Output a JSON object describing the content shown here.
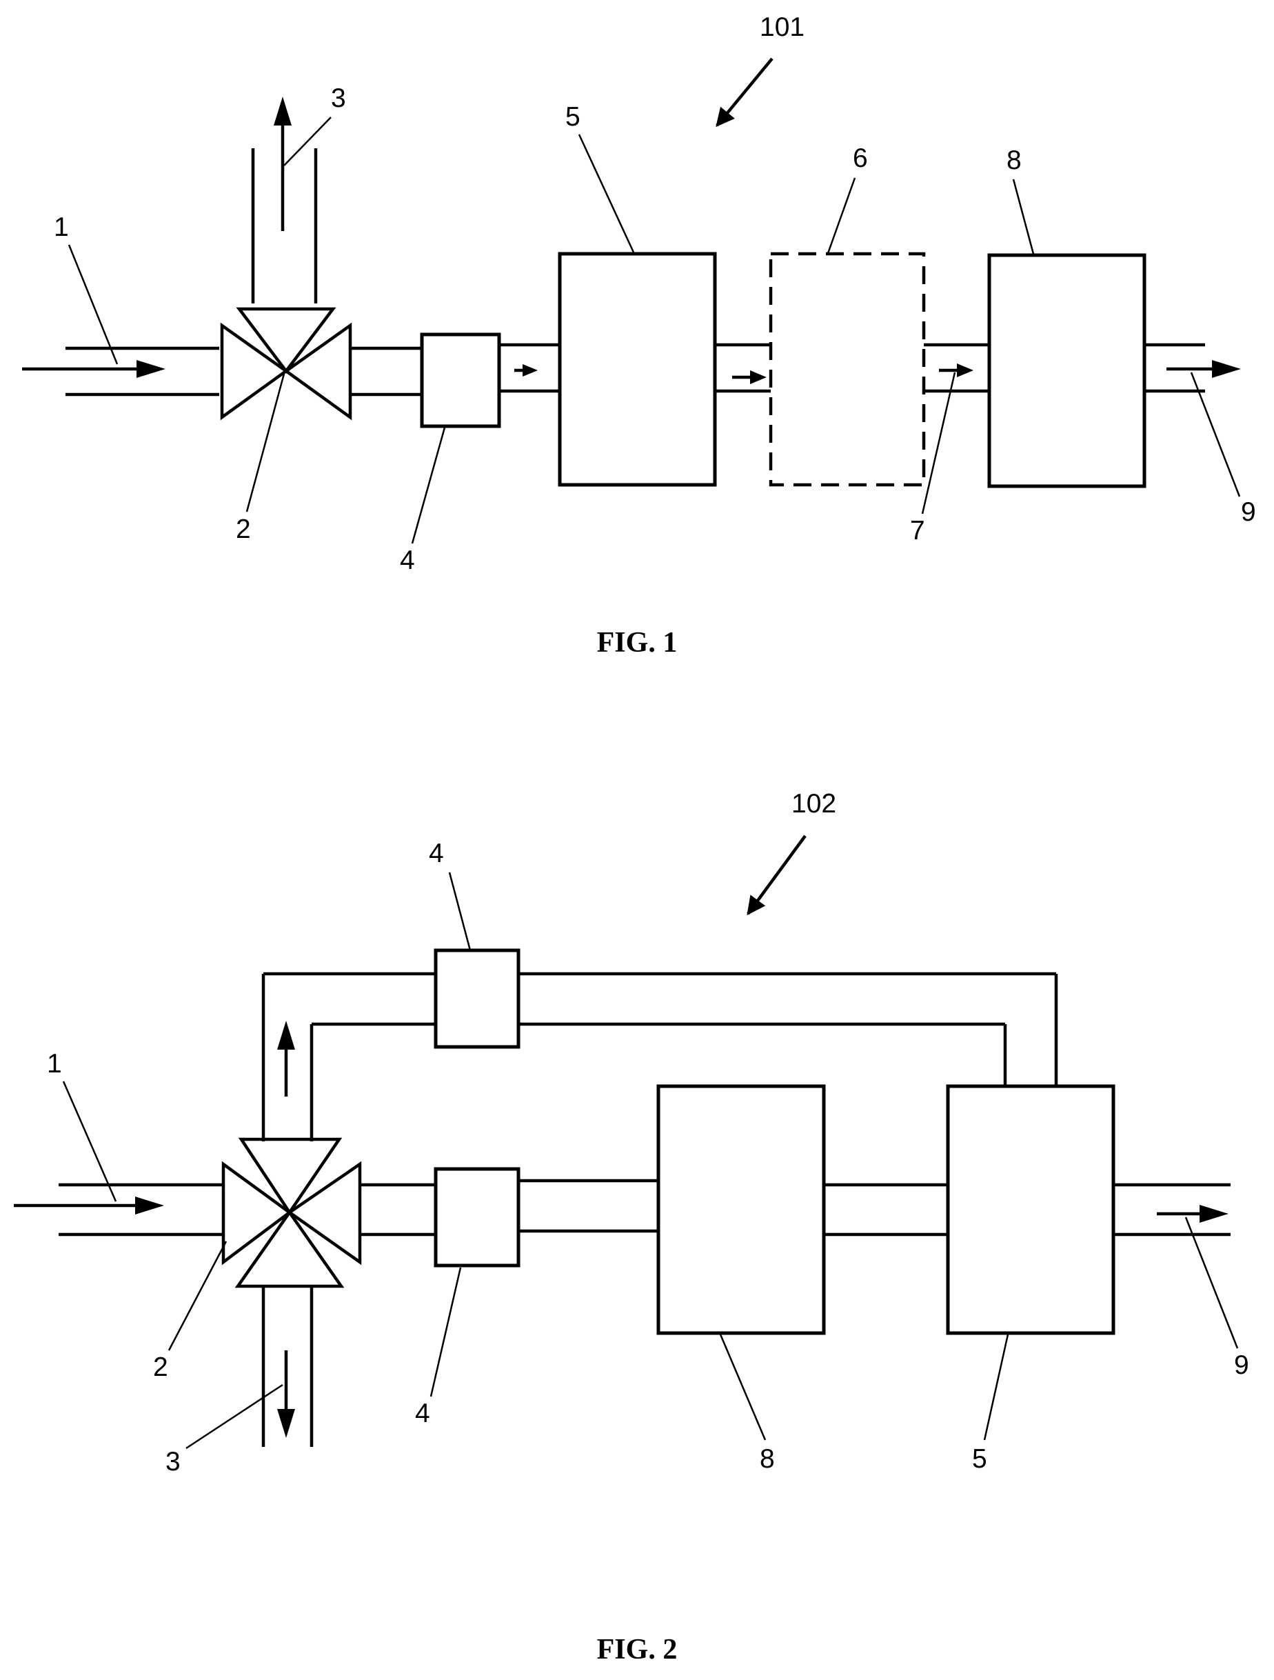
{
  "figures": [
    {
      "caption": "FIG. 1",
      "ref": "101",
      "labels": {
        "feed_line": "1",
        "valve": "2",
        "bypass_line": "3",
        "unit_4": "4",
        "unit_5": "5",
        "unit_6": "6",
        "stream_7": "7",
        "unit_8": "8",
        "outlet_line": "9"
      }
    },
    {
      "caption": "FIG. 2",
      "ref": "102",
      "labels": {
        "feed_line": "1",
        "valve": "2",
        "bypass_line": "3",
        "unit_4_upper": "4",
        "unit_4_lower": "4",
        "unit_8": "8",
        "unit_5": "5",
        "outlet_line": "9"
      }
    }
  ]
}
